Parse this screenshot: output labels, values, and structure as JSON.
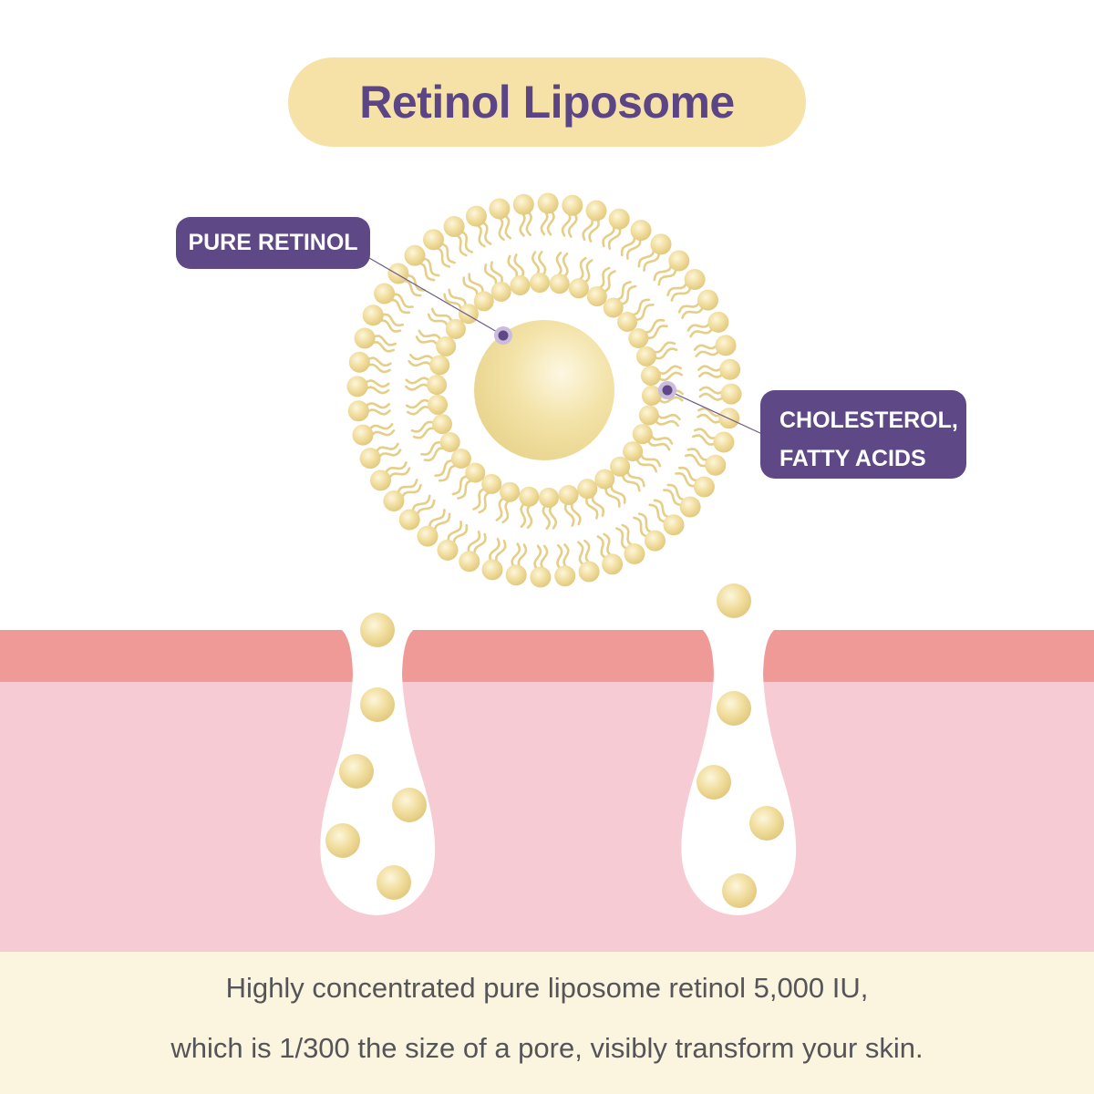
{
  "title": "Retinol Liposome",
  "labels": {
    "pure_retinol": "PURE RETINOL",
    "cholesterol_line1": "CHOLESTEROL,",
    "cholesterol_line2": "FATTY ACIDS"
  },
  "caption": {
    "line1": "Highly concentrated pure liposome retinol 5,000 IU,",
    "line2": "which is 1/300 the size of a pore, visibly transform your skin."
  },
  "colors": {
    "title_pill": "#f6e2a6",
    "title_text": "#5b4585",
    "label_bg": "#5f4886",
    "skin_top": "#f09a98",
    "skin_bottom": "#f7cbd3",
    "caption_bg": "#fbf4de",
    "sphere": "#efdb98"
  }
}
